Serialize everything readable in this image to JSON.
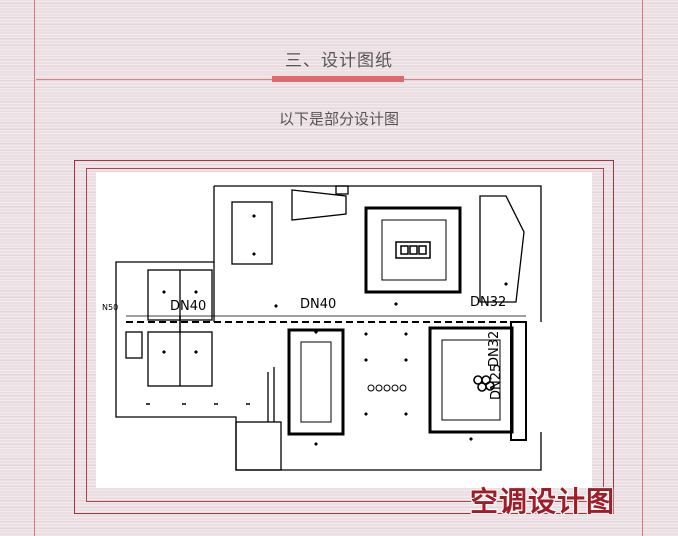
{
  "header": {
    "title": "三、设计图纸",
    "subtitle": "以下是部分设计图"
  },
  "colors": {
    "accent": "#e06a6a",
    "frame": "#a5343c",
    "watermark": "#a01c26"
  },
  "drawing": {
    "pipe_labels": [
      "DN40",
      "DN40",
      "DN32",
      "DN32",
      "DN25"
    ],
    "left_tag": "N50"
  },
  "watermark": "空调设计图"
}
